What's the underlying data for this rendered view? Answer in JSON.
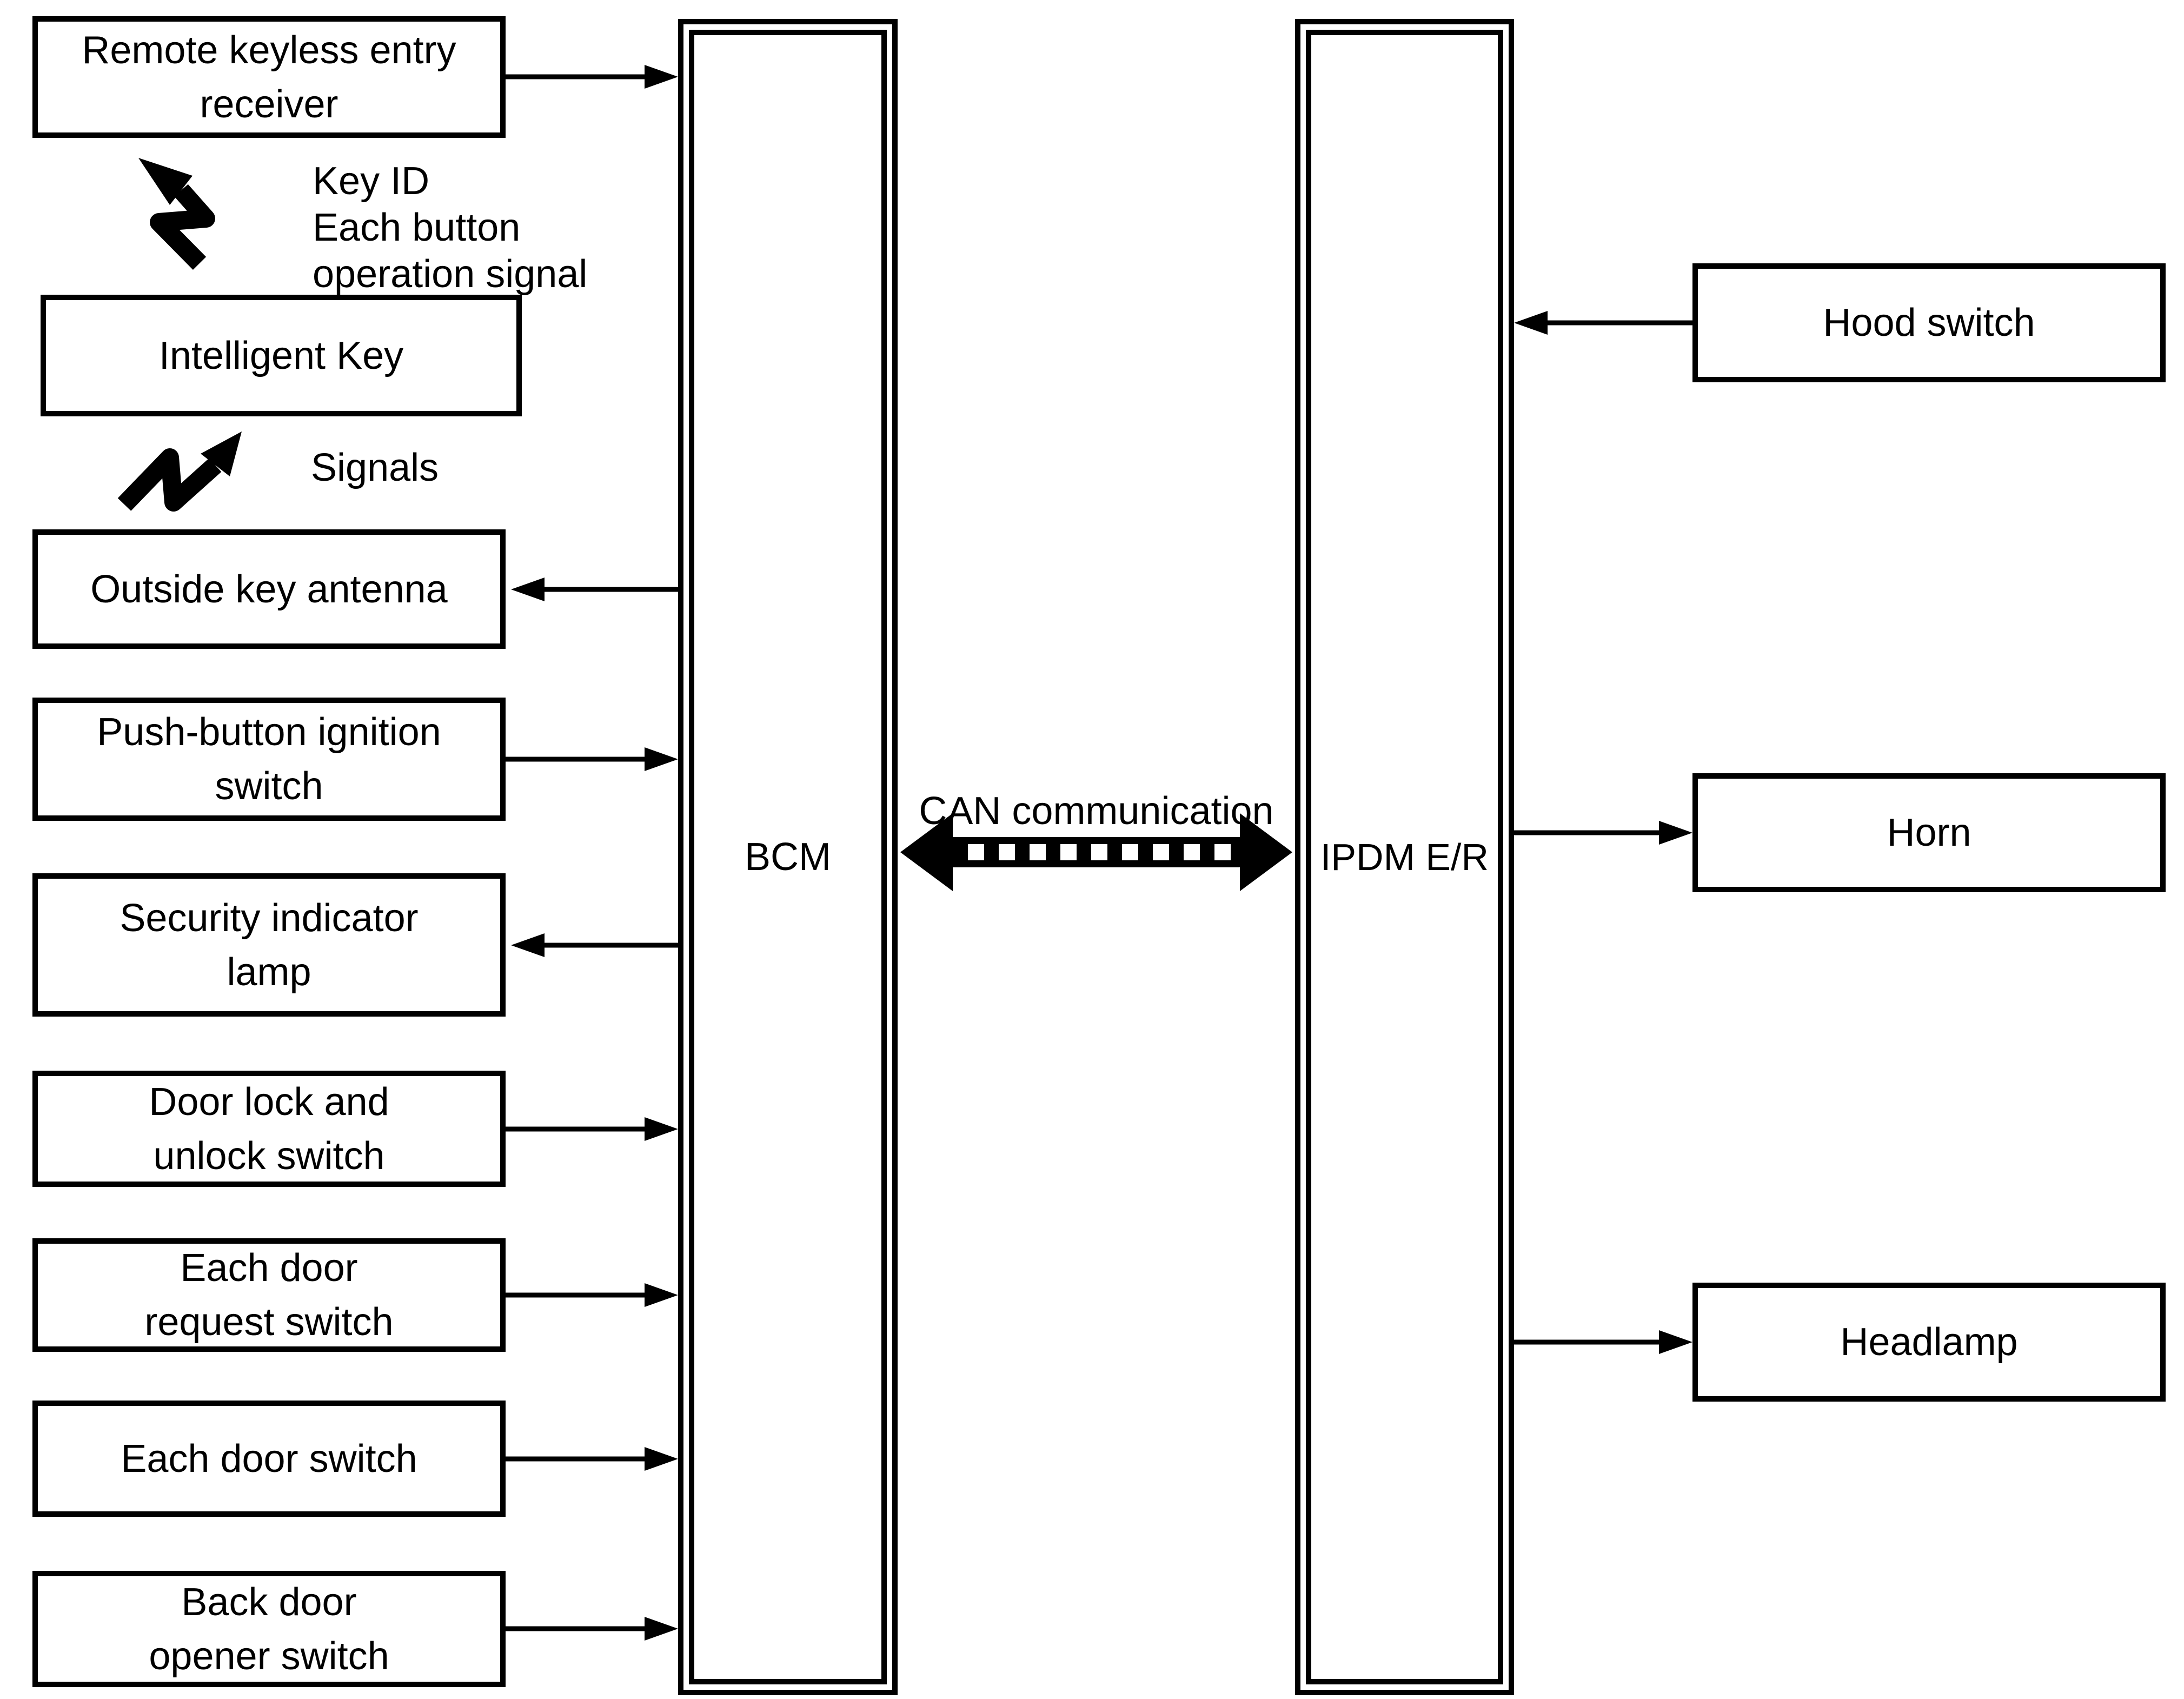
{
  "page": {
    "background_color": "#ffffff",
    "ink_color": "#000000"
  },
  "modules": {
    "bcm": {
      "label": "BCM"
    },
    "ipdm": {
      "label": "IPDM E/R"
    }
  },
  "left_nodes": [
    {
      "label": "Remote keyless entry\nreceiver"
    },
    {
      "label": "Intelligent Key"
    },
    {
      "label": "Outside key antenna"
    },
    {
      "label": "Push-button ignition\nswitch"
    },
    {
      "label": "Security indicator\nlamp"
    },
    {
      "label": "Door lock and\nunlock switch"
    },
    {
      "label": "Each door\nrequest switch"
    },
    {
      "label": "Each door switch"
    },
    {
      "label": "Back door\nopener switch"
    }
  ],
  "right_nodes": [
    {
      "label": "Hood switch"
    },
    {
      "label": "Horn"
    },
    {
      "label": "Headlamp"
    }
  ],
  "annotations": {
    "wireless_1": "Key ID\nEach button\noperation signal",
    "wireless_2": "Signals",
    "can_label": "CAN communication"
  },
  "icons": {
    "wireless_1": "lightning-arrow-icon",
    "wireless_2": "lightning-arrow-icon"
  },
  "links": [
    {
      "from": "Remote keyless entry receiver",
      "to": "BCM",
      "type": "arrow"
    },
    {
      "from": "BCM",
      "to": "Outside key antenna",
      "type": "arrow"
    },
    {
      "from": "Push-button ignition switch",
      "to": "BCM",
      "type": "arrow"
    },
    {
      "from": "BCM",
      "to": "Security indicator lamp",
      "type": "arrow"
    },
    {
      "from": "Door lock and unlock switch",
      "to": "BCM",
      "type": "arrow"
    },
    {
      "from": "Each door request switch",
      "to": "BCM",
      "type": "arrow"
    },
    {
      "from": "Each door switch",
      "to": "BCM",
      "type": "arrow"
    },
    {
      "from": "Back door opener switch",
      "to": "BCM",
      "type": "arrow"
    },
    {
      "from": "Hood switch",
      "to": "IPDM E/R",
      "type": "arrow"
    },
    {
      "from": "IPDM E/R",
      "to": "Horn",
      "type": "arrow"
    },
    {
      "from": "IPDM E/R",
      "to": "Headlamp",
      "type": "arrow"
    },
    {
      "from": "BCM",
      "to": "IPDM E/R",
      "type": "bidirectional-dashed",
      "label": "CAN communication"
    },
    {
      "from": "Intelligent Key",
      "to": "Remote keyless entry receiver",
      "type": "wireless",
      "label": "Key ID\nEach button\noperation signal"
    },
    {
      "from": "Outside key antenna",
      "to": "Intelligent Key",
      "type": "wireless",
      "label": "Signals"
    }
  ]
}
